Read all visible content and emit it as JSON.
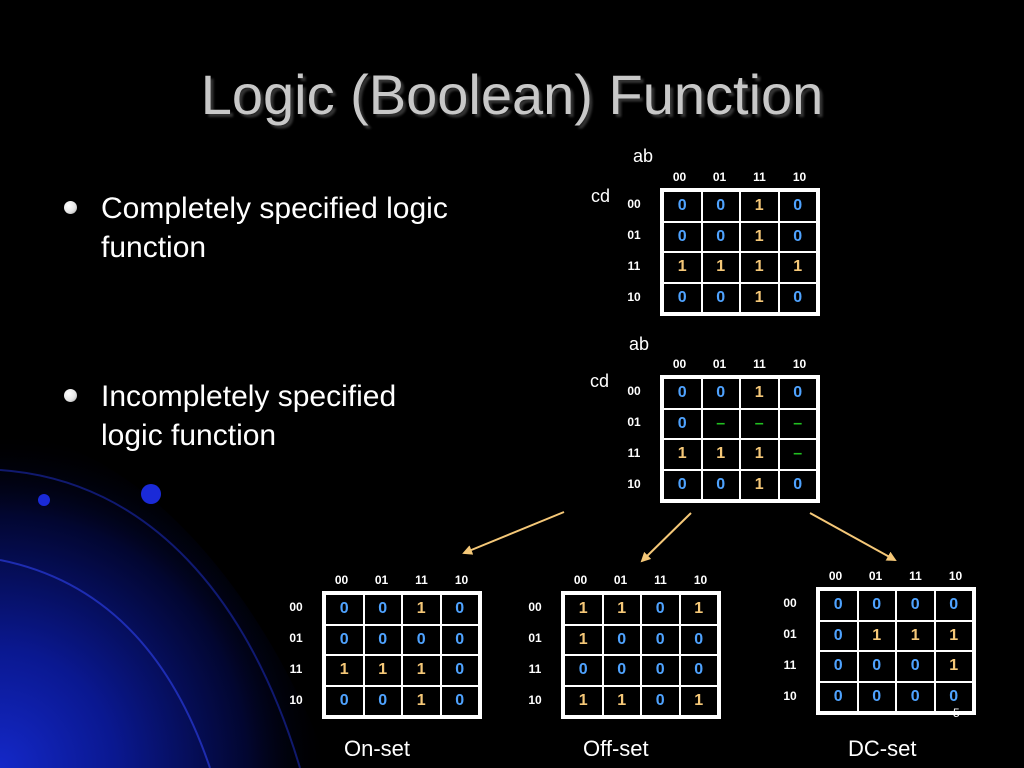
{
  "slide": {
    "title": "Logic (Boolean) Function",
    "page_number": "5"
  },
  "bullets": [
    "Completely specified logic function",
    "Incompletely specified logic function"
  ],
  "axis_labels": {
    "columns_var": "ab",
    "rows_var": "cd"
  },
  "column_headers": [
    "00",
    "01",
    "11",
    "10"
  ],
  "row_headers": [
    "00",
    "01",
    "11",
    "10"
  ],
  "kmaps": {
    "complete": [
      [
        "0",
        "0",
        "1",
        "0"
      ],
      [
        "0",
        "0",
        "1",
        "0"
      ],
      [
        "1",
        "1",
        "1",
        "1"
      ],
      [
        "0",
        "0",
        "1",
        "0"
      ]
    ],
    "incomplete": [
      [
        "0",
        "0",
        "1",
        "0"
      ],
      [
        "0",
        "–",
        "–",
        "–"
      ],
      [
        "1",
        "1",
        "1",
        "–"
      ],
      [
        "0",
        "0",
        "1",
        "0"
      ]
    ],
    "on_set": [
      [
        "0",
        "0",
        "1",
        "0"
      ],
      [
        "0",
        "0",
        "0",
        "0"
      ],
      [
        "1",
        "1",
        "1",
        "0"
      ],
      [
        "0",
        "0",
        "1",
        "0"
      ]
    ],
    "off_set": [
      [
        "1",
        "1",
        "0",
        "1"
      ],
      [
        "1",
        "0",
        "0",
        "0"
      ],
      [
        "0",
        "0",
        "0",
        "0"
      ],
      [
        "1",
        "1",
        "0",
        "1"
      ]
    ],
    "dc_set": [
      [
        "0",
        "0",
        "0",
        "0"
      ],
      [
        "0",
        "1",
        "1",
        "1"
      ],
      [
        "0",
        "0",
        "0",
        "1"
      ],
      [
        "0",
        "0",
        "0",
        "0"
      ]
    ]
  },
  "captions": {
    "on_set": "On-set",
    "off_set": "Off-set",
    "dc_set": "DC-set"
  },
  "colors": {
    "zero": "#4fa3ff",
    "one": "#f5c878",
    "dont_care": "#21c021",
    "arrow": "#f5c878",
    "title": "#c8c8c8"
  }
}
